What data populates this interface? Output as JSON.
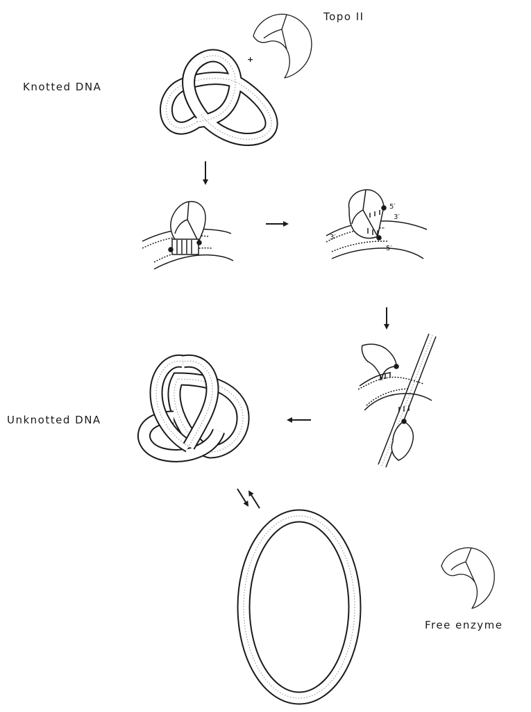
{
  "labels": {
    "knotted_dna": "Knotted DNA",
    "topo_ii": "Topo II",
    "unknotted_dna": "Unknotted DNA",
    "free_enzyme": "Free enzyme"
  },
  "markers": {
    "plus": "+",
    "five_prime_top": "5′",
    "three_prime_top": "3′",
    "three_prime_bottom": "3′",
    "five_prime_bottom": "5′"
  },
  "colors": {
    "ink": "#1a1a1a",
    "background": "#ffffff"
  }
}
